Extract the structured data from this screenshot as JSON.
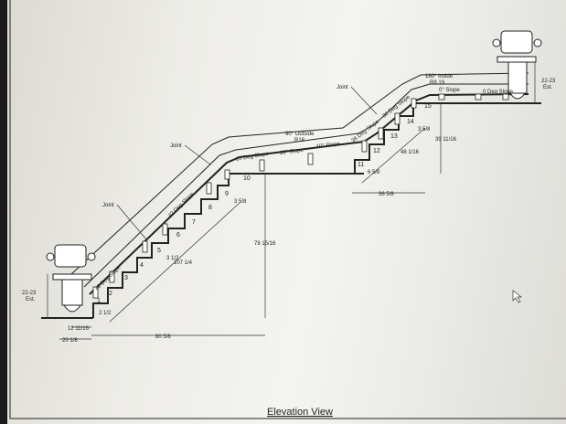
{
  "title": "Elevation View",
  "steps": [
    "1",
    "2",
    "3",
    "4",
    "5",
    "6",
    "7",
    "8",
    "9",
    "10",
    "11",
    "12",
    "13",
    "14",
    "15"
  ],
  "rail_labels": {
    "lower_slope_a": "42 Deg Slope",
    "lower_slope_b": "42 Deg Slope",
    "mid_slope": "10 Deg Slope",
    "mid_slope_b": "10° Slope",
    "mid_slope_c": "10° Slope",
    "outside_bend": "90° Outside",
    "outside_radius": "R18",
    "upper_slope_a": "38 Deg Slope",
    "upper_slope_b": "38 Deg Slope",
    "inside_bend": "180° Inside",
    "inside_radius": "R8.19",
    "top_slope_a": "0° Slope",
    "top_slope_b": "0 Deg Slope"
  },
  "joints": [
    "Joint",
    "Joint",
    "Joint"
  ],
  "dimensions": {
    "bottom_chair_height": "22-23",
    "bottom_chair_est": "Est.",
    "top_chair_height": "22-23",
    "top_chair_est": "Est.",
    "chair_offset": "12 11/16",
    "chair_depth": "20 1/8",
    "lower_run": "80 5/8",
    "lower_rail_length": "107 1/4",
    "lower_rise": "78 15/16",
    "bottom_gap": "2 1/2",
    "step5_gap": "3 1/2",
    "step9_gap": "3 5/8",
    "step11_gap": "6 5/8",
    "step14_gap": "3 5/8",
    "upper_rise": "39 11/16",
    "upper_rail_length": "48 1/16",
    "upper_run": "36 5/8"
  }
}
